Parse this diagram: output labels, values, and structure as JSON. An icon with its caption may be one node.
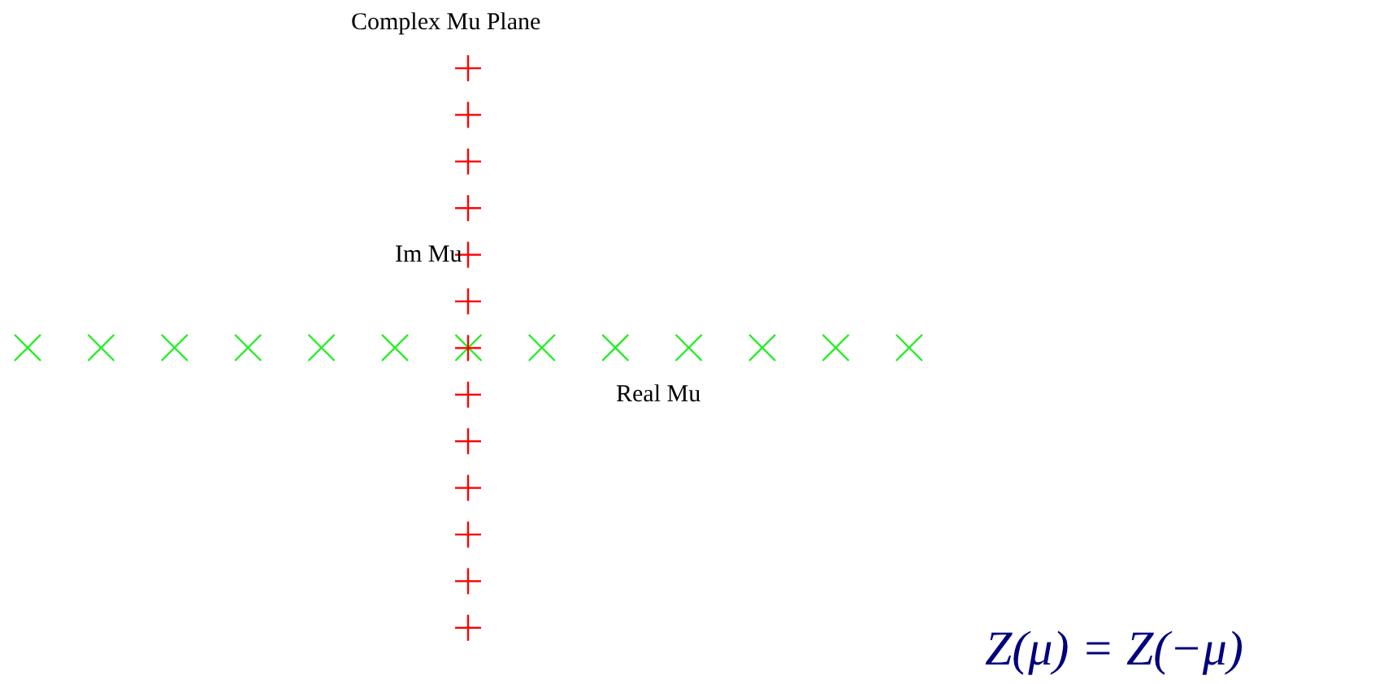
{
  "diagram": {
    "title": "Complex Mu Plane",
    "labels": [
      "Im Mu",
      "Real Mu",
      "Z(μ) = Z(−μ)"
    ]
  }
}
